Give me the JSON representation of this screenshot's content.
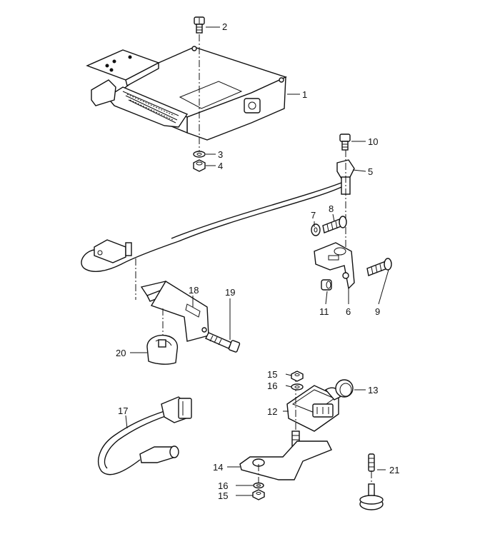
{
  "callouts": [
    {
      "id": "c1",
      "text": "1"
    },
    {
      "id": "c2",
      "text": "2"
    },
    {
      "id": "c3",
      "text": "3"
    },
    {
      "id": "c4",
      "text": "4"
    },
    {
      "id": "c5",
      "text": "5"
    },
    {
      "id": "c6",
      "text": "6"
    },
    {
      "id": "c7",
      "text": "7"
    },
    {
      "id": "c8",
      "text": "8"
    },
    {
      "id": "c9",
      "text": "9"
    },
    {
      "id": "c10",
      "text": "10"
    },
    {
      "id": "c11",
      "text": "11"
    },
    {
      "id": "c12",
      "text": "12"
    },
    {
      "id": "c13",
      "text": "13"
    },
    {
      "id": "c14",
      "text": "14"
    },
    {
      "id": "c15a",
      "text": "15"
    },
    {
      "id": "c15b",
      "text": "15"
    },
    {
      "id": "c16a",
      "text": "16"
    },
    {
      "id": "c16b",
      "text": "16"
    },
    {
      "id": "c17",
      "text": "17"
    },
    {
      "id": "c18",
      "text": "18"
    },
    {
      "id": "c19",
      "text": "19"
    },
    {
      "id": "c20",
      "text": "20"
    },
    {
      "id": "c21",
      "text": "21"
    }
  ]
}
